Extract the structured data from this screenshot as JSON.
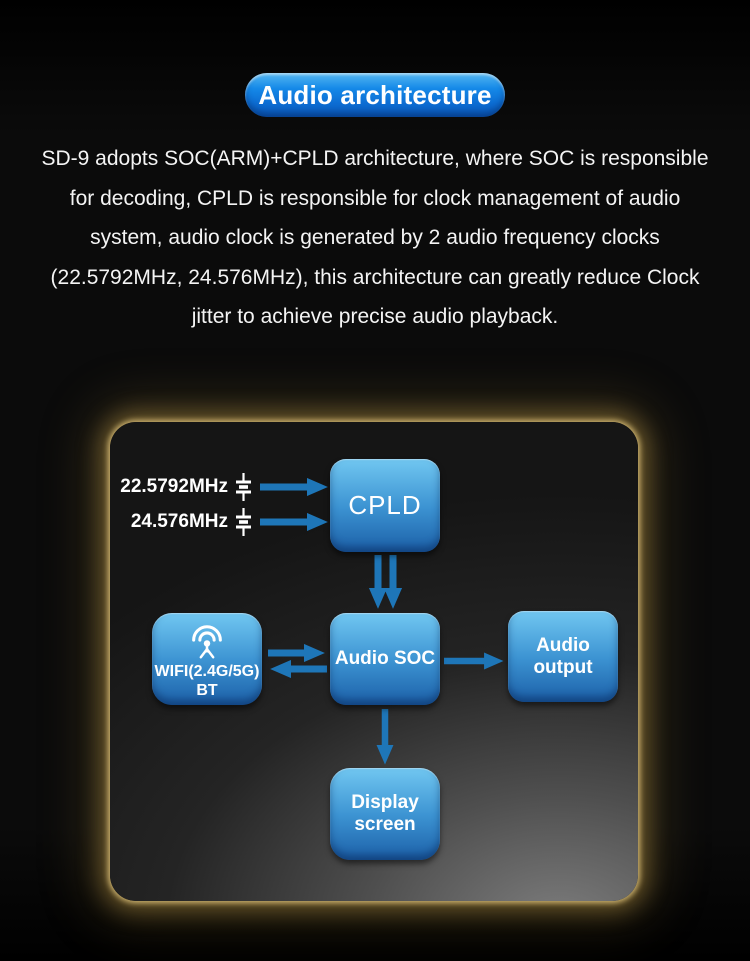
{
  "header": {
    "title": "Audio architecture"
  },
  "intro": {
    "lines": [
      "SD-9 adopts SOC(ARM)+CPLD architecture, where SOC is responsible",
      "for decoding, CPLD is responsible for clock management of audio",
      "system, audio clock is generated by 2 audio frequency clocks",
      "(22.5792MHz, 24.576MHz), this architecture can greatly reduce Clock",
      "jitter to achieve precise audio playback."
    ]
  },
  "diagram": {
    "clocks": [
      {
        "label": "22.5792MHz",
        "icon": "crystal-oscillator-icon"
      },
      {
        "label": "24.576MHz",
        "icon": "crystal-oscillator-icon"
      }
    ],
    "nodes": {
      "cpld": {
        "label": "CPLD"
      },
      "wifi": {
        "label_line1": "WIFI(2.4G/5G)",
        "label_line2": "BT",
        "icon": "wifi-antenna-icon"
      },
      "soc": {
        "label": "Audio SOC"
      },
      "output": {
        "label": "Audio output"
      },
      "display": {
        "label": "Display screen"
      }
    },
    "connections": [
      {
        "from": "clock-22.5792MHz",
        "to": "cpld",
        "type": "single-arrow-right"
      },
      {
        "from": "clock-24.576MHz",
        "to": "cpld",
        "type": "single-arrow-right"
      },
      {
        "from": "cpld",
        "to": "soc",
        "type": "double-arrow-down"
      },
      {
        "from": "wifi",
        "to": "soc",
        "type": "bidirectional-arrows"
      },
      {
        "from": "soc",
        "to": "output",
        "type": "single-arrow-right"
      },
      {
        "from": "soc",
        "to": "display",
        "type": "single-arrow-down"
      }
    ],
    "colors": {
      "pill_blue_top": "#55b7f1",
      "pill_blue_bottom": "#0a58ba",
      "node_blue_top": "#71c7f1",
      "node_blue_bottom": "#1c60a8",
      "arrow_blue": "#1e76b8",
      "panel_glow_gold": "#b9994f",
      "panel_gray_light": "#7d7d7d",
      "background_black": "#0b0b0b",
      "text_white": "#f4f4f4"
    }
  }
}
